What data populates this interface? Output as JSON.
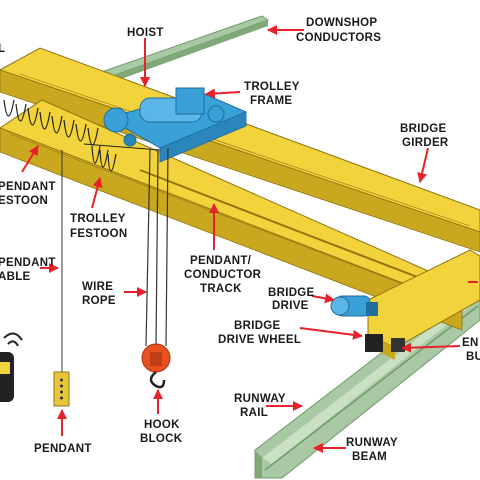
{
  "colors": {
    "girder": "#f2d33c",
    "girder_dark": "#c9a820",
    "girder_edge": "#8f7410",
    "trolley": "#3aa0d8",
    "rail": "#a9c9a4",
    "rail_dark": "#6f9a6a",
    "arrow": "#e8222a",
    "hook": "#e8501f"
  },
  "labels": {
    "hoist": "HOIST",
    "downshop_1": "DOWNSHOP",
    "downshop_2": "CONDUCTORS",
    "trolley_frame_1": "TROLLEY",
    "trolley_frame_2": "FRAME",
    "bridge_girder_1": "BRIDGE",
    "bridge_girder_2": "GIRDER",
    "pendant_festoon_1": "PENDANT",
    "pendant_festoon_2": "ESTOON",
    "trolley_festoon_1": "TROLLEY",
    "trolley_festoon_2": "FESTOON",
    "pendant_cable_1": "PENDANT",
    "pendant_cable_2": "ABLE",
    "pendant_conductor_1": "PENDANT/",
    "pendant_conductor_2": "CONDUCTOR",
    "pendant_conductor_3": "TRACK",
    "wire_rope_1": "WIRE",
    "wire_rope_2": "ROPE",
    "bridge_drive_1": "BRIDGE",
    "bridge_drive_2": "DRIVE",
    "bridge_drive_wheel_1": "BRIDGE",
    "bridge_drive_wheel_2": "DRIVE WHEEL",
    "end_truck_1": "EN",
    "end_truck_2": "BU",
    "runway_rail_1": "RUNWAY",
    "runway_rail_2": "RAIL",
    "runway_beam_1": "RUNWAY",
    "runway_beam_2": "BEAM",
    "hook_block_1": "HOOK",
    "hook_block_2": "BLOCK",
    "pendant": "PENDANT",
    "top_left_fragment": "L"
  }
}
